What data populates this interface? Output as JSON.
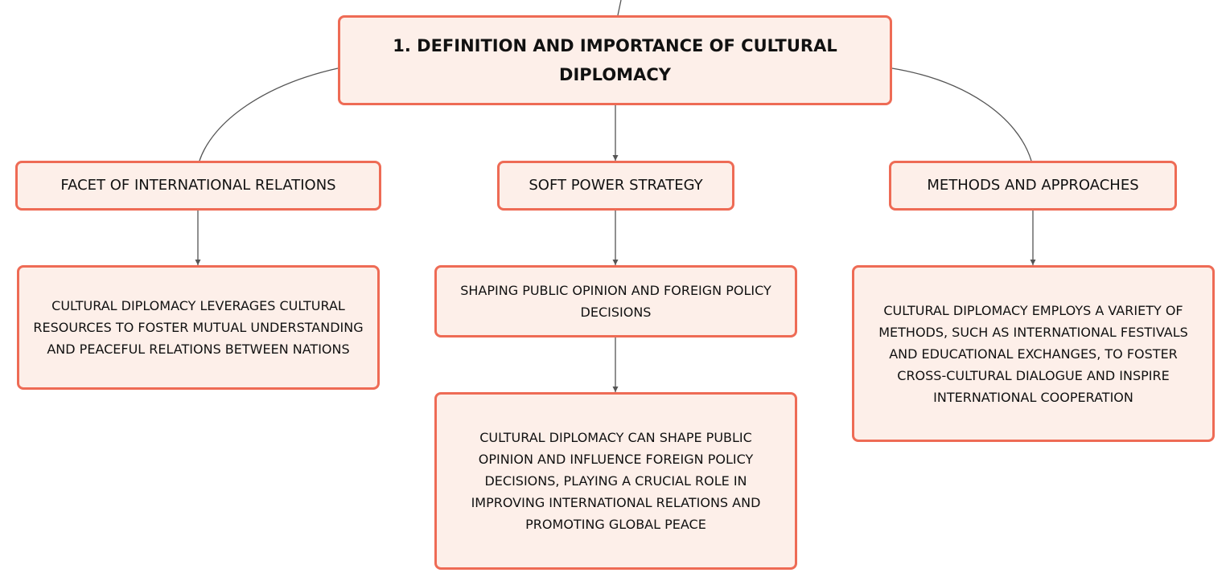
{
  "diagram": {
    "root": "1. DEFINITION AND IMPORTANCE OF CULTURAL DIPLOMACY",
    "branches": [
      {
        "label": "FACET OF INTERNATIONAL RELATIONS",
        "details": [
          "CULTURAL DIPLOMACY LEVERAGES CULTURAL RESOURCES TO FOSTER MUTUAL UNDERSTANDING AND PEACEFUL RELATIONS BETWEEN NATIONS"
        ]
      },
      {
        "label": "SOFT POWER STRATEGY",
        "details": [
          "SHAPING PUBLIC OPINION AND FOREIGN POLICY DECISIONS",
          "CULTURAL DIPLOMACY CAN SHAPE PUBLIC OPINION AND INFLUENCE FOREIGN POLICY DECISIONS, PLAYING A CRUCIAL ROLE IN IMPROVING INTERNATIONAL RELATIONS AND PROMOTING GLOBAL PEACE"
        ]
      },
      {
        "label": "METHODS AND APPROACHES",
        "details": [
          "CULTURAL DIPLOMACY EMPLOYS A VARIETY OF METHODS, SUCH AS INTERNATIONAL FESTIVALS AND EDUCATIONAL EXCHANGES, TO FOSTER CROSS-CULTURAL DIALOGUE AND INSPIRE INTERNATIONAL COOPERATION"
        ]
      }
    ]
  },
  "colors": {
    "node_fill": "#fdefe9",
    "node_border": "#ee6b55",
    "connector": "#555555",
    "text": "#111111"
  }
}
